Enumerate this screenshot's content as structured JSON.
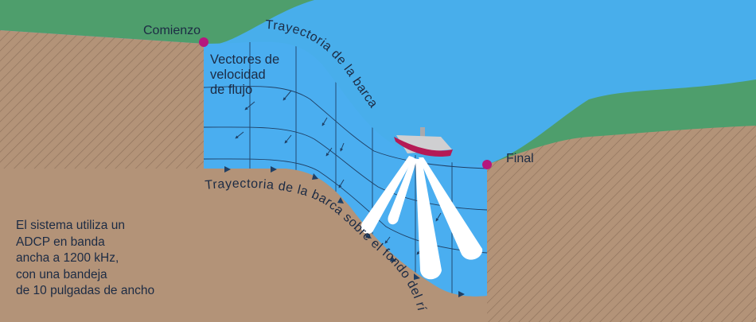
{
  "labels": {
    "start": "Comienzo",
    "end": "Final",
    "velocity_vectors": [
      "Vectores de",
      "velocidad",
      "de flujo"
    ],
    "boat_path": "Trayectoria de la barca",
    "bottom_path": "Trayectoria de la barca sobre el fondo del río"
  },
  "note": [
    "El sistema utiliza un",
    "ADCP en banda",
    "ancha a 1200 kHz,",
    "con una bandeja",
    "de 10 pulgadas de ancho"
  ],
  "colors": {
    "sky_water": "#48aeeb",
    "grass": "#4e9e6c",
    "ground": "#b39378",
    "hatch": "#8f725c",
    "grid_line": "#1f3f64",
    "marker": "#b5177d",
    "boat_hull": "#b51a55",
    "boat_deck": "#cfcfd1",
    "beam": "#ffffff"
  },
  "icons": [
    "start-marker-icon",
    "end-marker-icon",
    "boat-icon",
    "flow-arrow-icon",
    "acoustic-beam-icon"
  ]
}
